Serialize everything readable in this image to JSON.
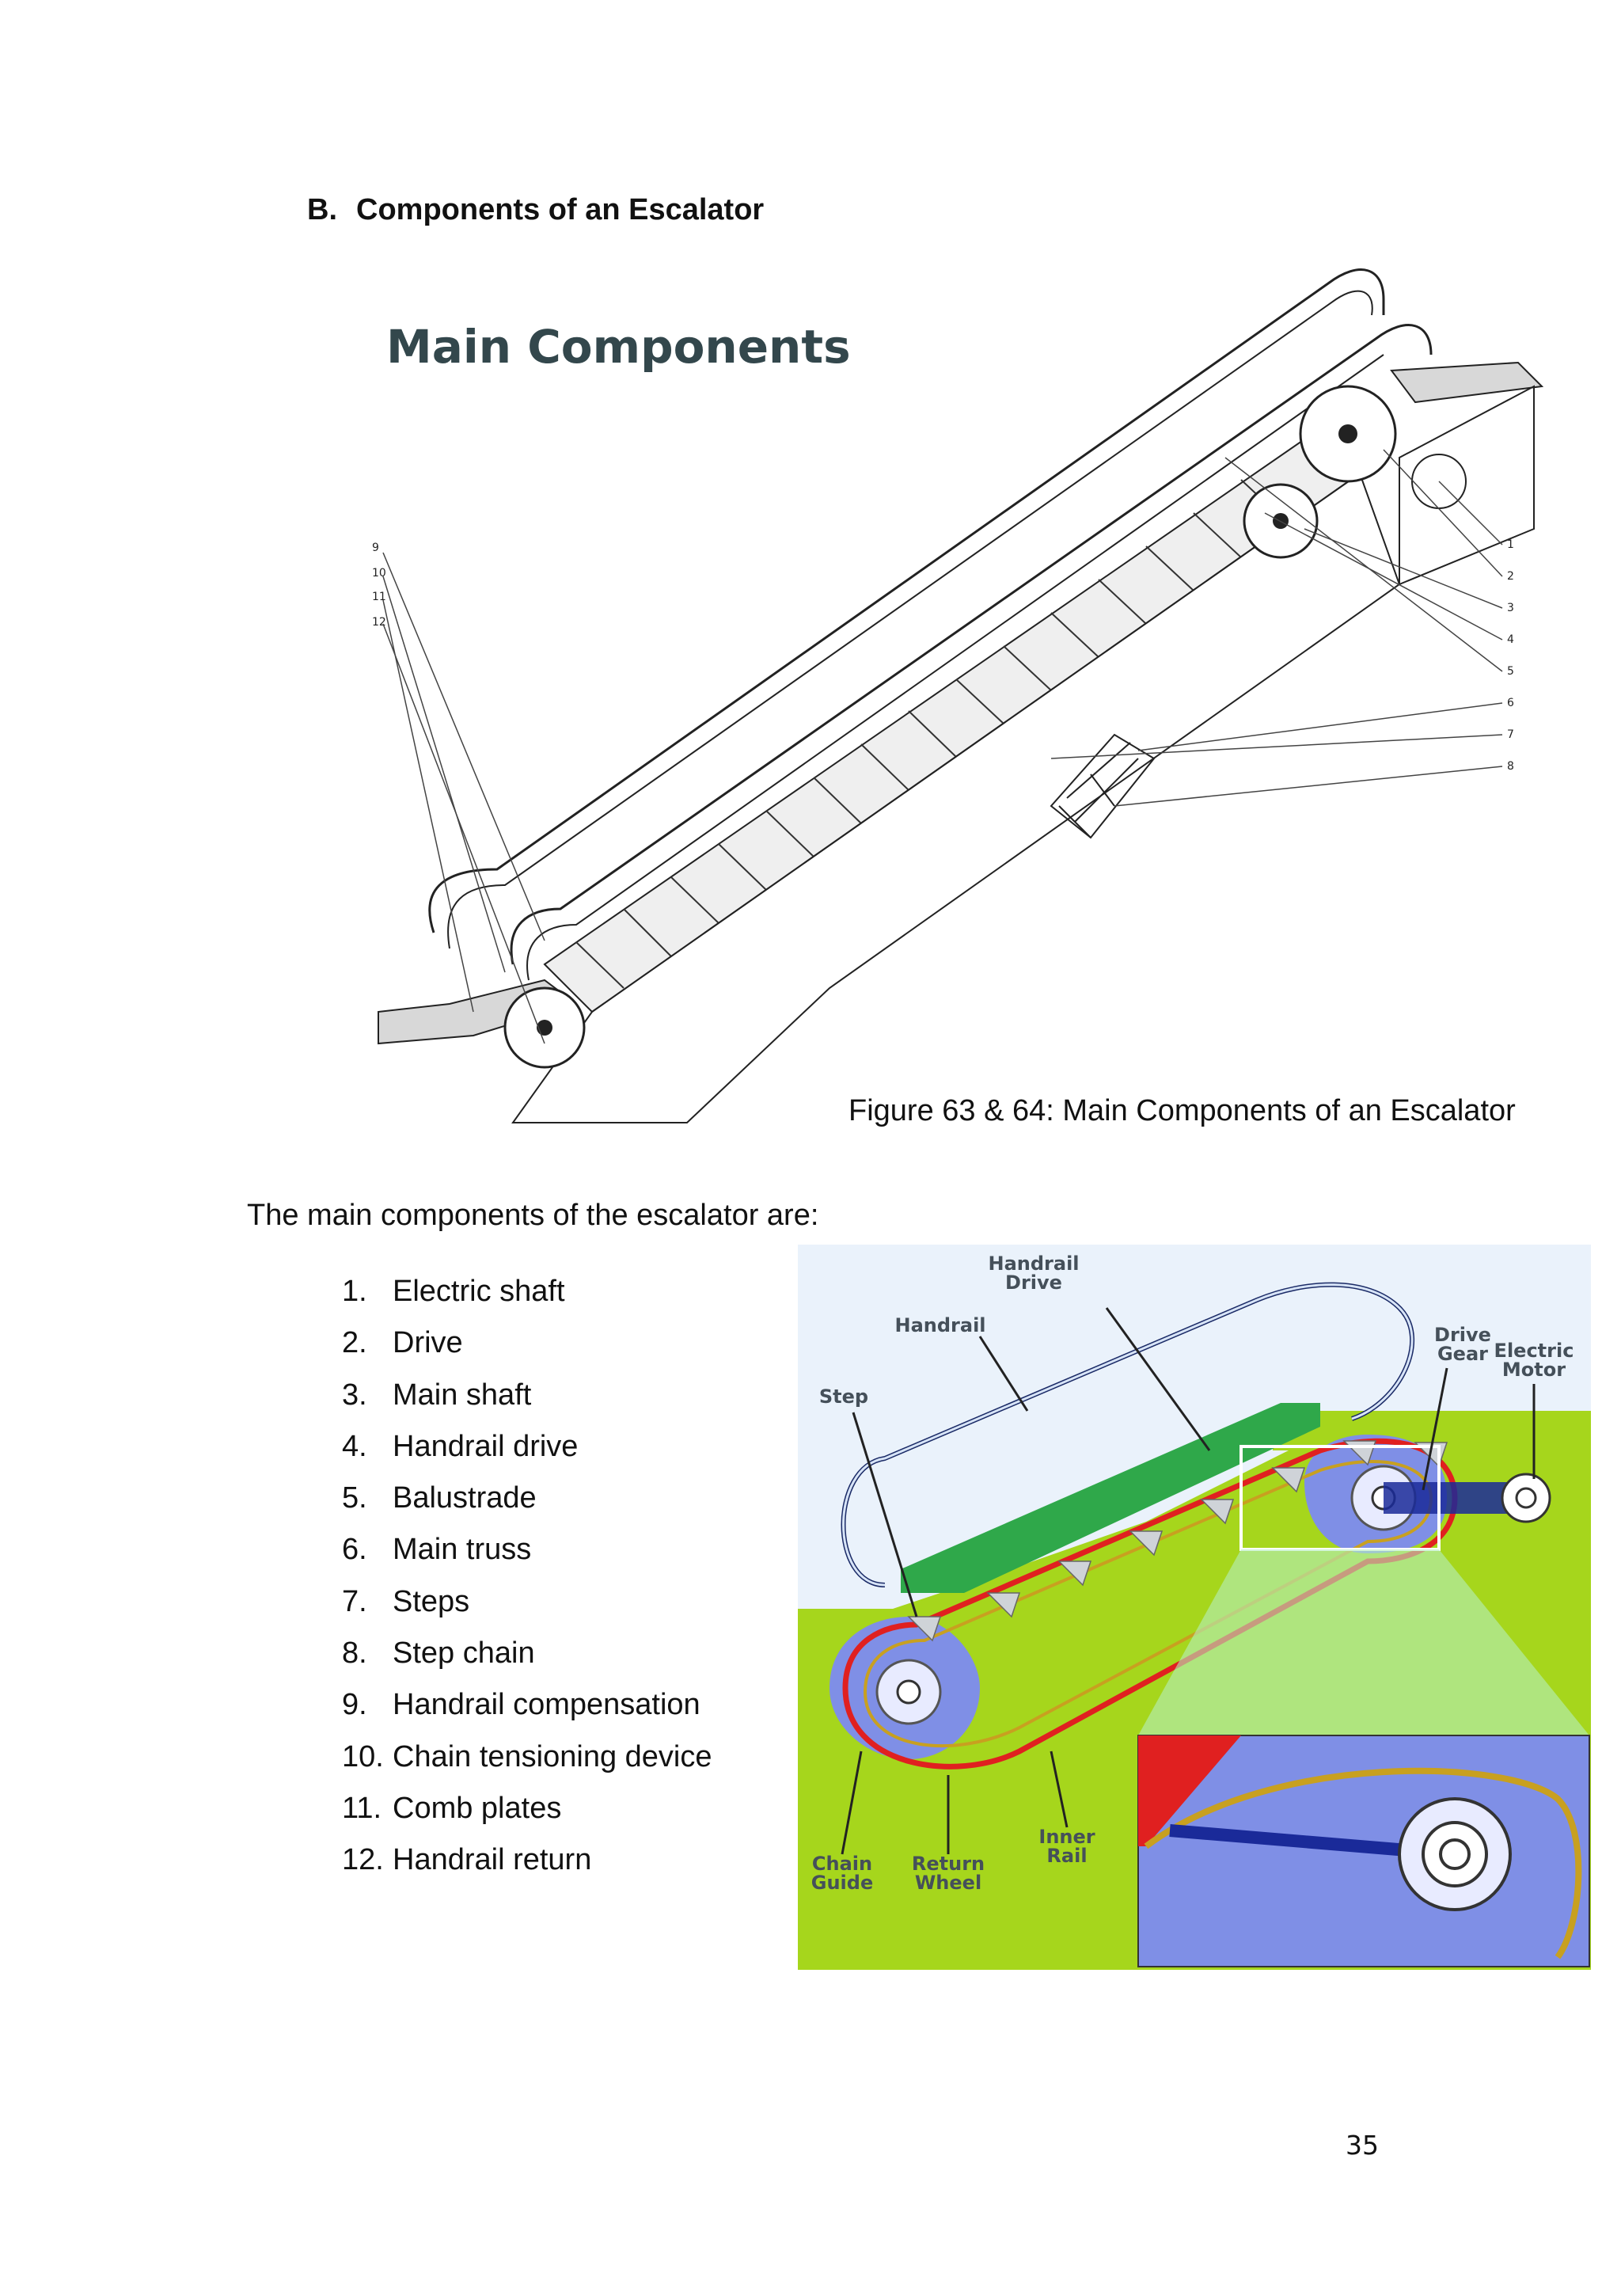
{
  "section": {
    "letter": "B.",
    "title": "Components of an Escalator"
  },
  "figure1": {
    "title": "Main Components",
    "left_callouts": [
      "9",
      "10",
      "11",
      "12"
    ],
    "right_callouts": [
      "1",
      "2",
      "3",
      "4",
      "5",
      "6",
      "7",
      "8"
    ],
    "caption": "Figure 63 & 64: Main Components of an Escalator"
  },
  "intro": "The main components of the escalator are:",
  "components": [
    {
      "num": "1.",
      "label": "Electric shaft"
    },
    {
      "num": "2.",
      "label": "Drive"
    },
    {
      "num": "3.",
      "label": "Main shaft"
    },
    {
      "num": "4.",
      "label": "Handrail drive"
    },
    {
      "num": "5.",
      "label": "Balustrade"
    },
    {
      "num": "6.",
      "label": "Main truss"
    },
    {
      "num": "7.",
      "label": "Steps"
    },
    {
      "num": "8.",
      "label": "Step chain"
    },
    {
      "num": "9.",
      "label": "Handrail compensation"
    },
    {
      "num": "10.",
      "label": "Chain tensioning device"
    },
    {
      "num": "11.",
      "label": "Comb plates"
    },
    {
      "num": "12.",
      "label": "Handrail return"
    }
  ],
  "figure2": {
    "labels": {
      "handrail_drive_1": "Handrail",
      "handrail_drive_2": "Drive",
      "handrail": "Handrail",
      "step": "Step",
      "drive_gear_1": "Drive",
      "drive_gear_2": "Gear",
      "electric_motor_1": "Electric",
      "electric_motor_2": "Motor",
      "chain_guide_1": "Chain",
      "chain_guide_2": "Guide",
      "return_wheel_1": "Return",
      "return_wheel_2": "Wheel",
      "inner_rail_1": "Inner",
      "inner_rail_2": "Rail"
    },
    "colors": {
      "ground": "#a6d61c",
      "sky": "#eaf2fb",
      "machinery": "#7f8fe6",
      "chain": "#e02020",
      "rail": "#c8a020"
    }
  },
  "page_number": "35"
}
